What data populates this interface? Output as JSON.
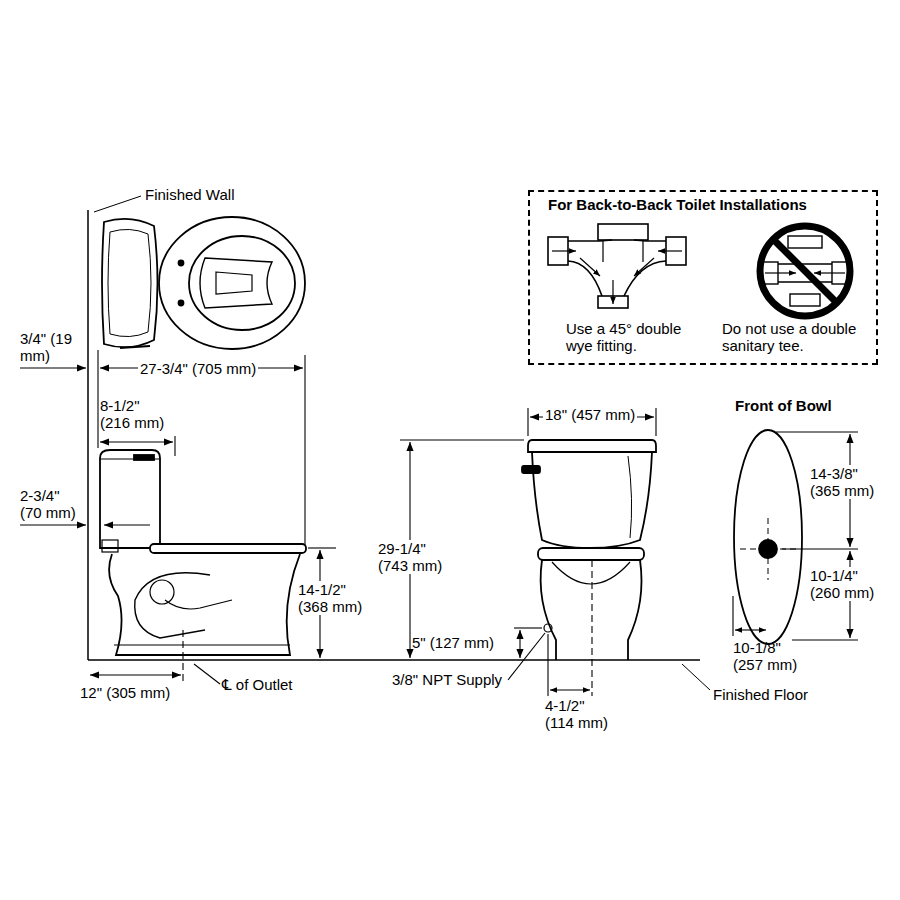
{
  "diagram": {
    "nodes": [
      {
        "text": [
          "For Back-to-Back Toilet Installations",
          "Use a 45° double wye fitting.",
          "Do not use a double sanitary tee."
        ]
      }
    ],
    "labels": [
      "Finished Wall",
      "3/4\" (19 mm)",
      "27-3/4\" (705 mm)",
      "8-1/2\" (216 mm)",
      "2-3/4\" (70 mm)",
      "14-1/2\" (368 mm)",
      "12\" (305 mm)",
      "℄ of Outlet",
      "18\" (457 mm)",
      "29-1/4\" (743 mm)",
      "5\" (127 mm)",
      "3/8\" NPT Supply",
      "4-1/2\" (114 mm)",
      "Finished Floor",
      "Front of Bowl",
      "14-3/8\" (365 mm)",
      "10-1/4\" (260 mm)",
      "10-1/8\" (257 mm)"
    ]
  }
}
